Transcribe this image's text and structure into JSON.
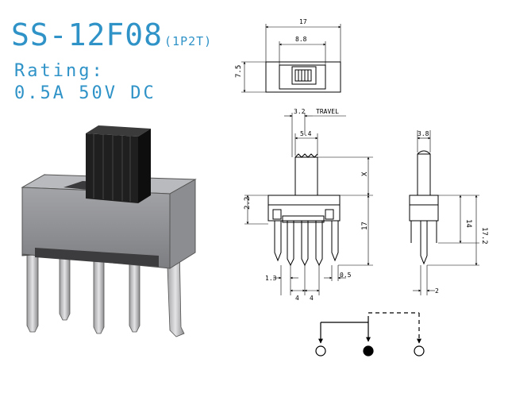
{
  "title": {
    "model": "SS-12F08",
    "poles": "(1P2T)"
  },
  "rating": {
    "label": "Rating:",
    "value": "0.5A  50V  DC"
  },
  "top_view": {
    "width_dim": "17",
    "window_dim": "8.8",
    "height_dim": "7.5"
  },
  "front_view": {
    "travel_dim": "3.2",
    "travel_label": "TRAVEL",
    "actuator_dim": "5.4",
    "x_label": "X",
    "body_height_dim": "2.2",
    "total_height_dim": "17",
    "pin_offset_dim": "1.3",
    "pin_pitch_1": "4",
    "pin_pitch_2": "4",
    "pin_thick_dim": "0.5"
  },
  "side_view": {
    "actuator_dim": "3.8",
    "body_dim": "14",
    "overall_dim": "17.2",
    "pin_dim": "2"
  },
  "colors": {
    "title": "#2f93c8",
    "line": "#000000",
    "body": "#8f9093",
    "actuator": "#1b1b1b"
  }
}
